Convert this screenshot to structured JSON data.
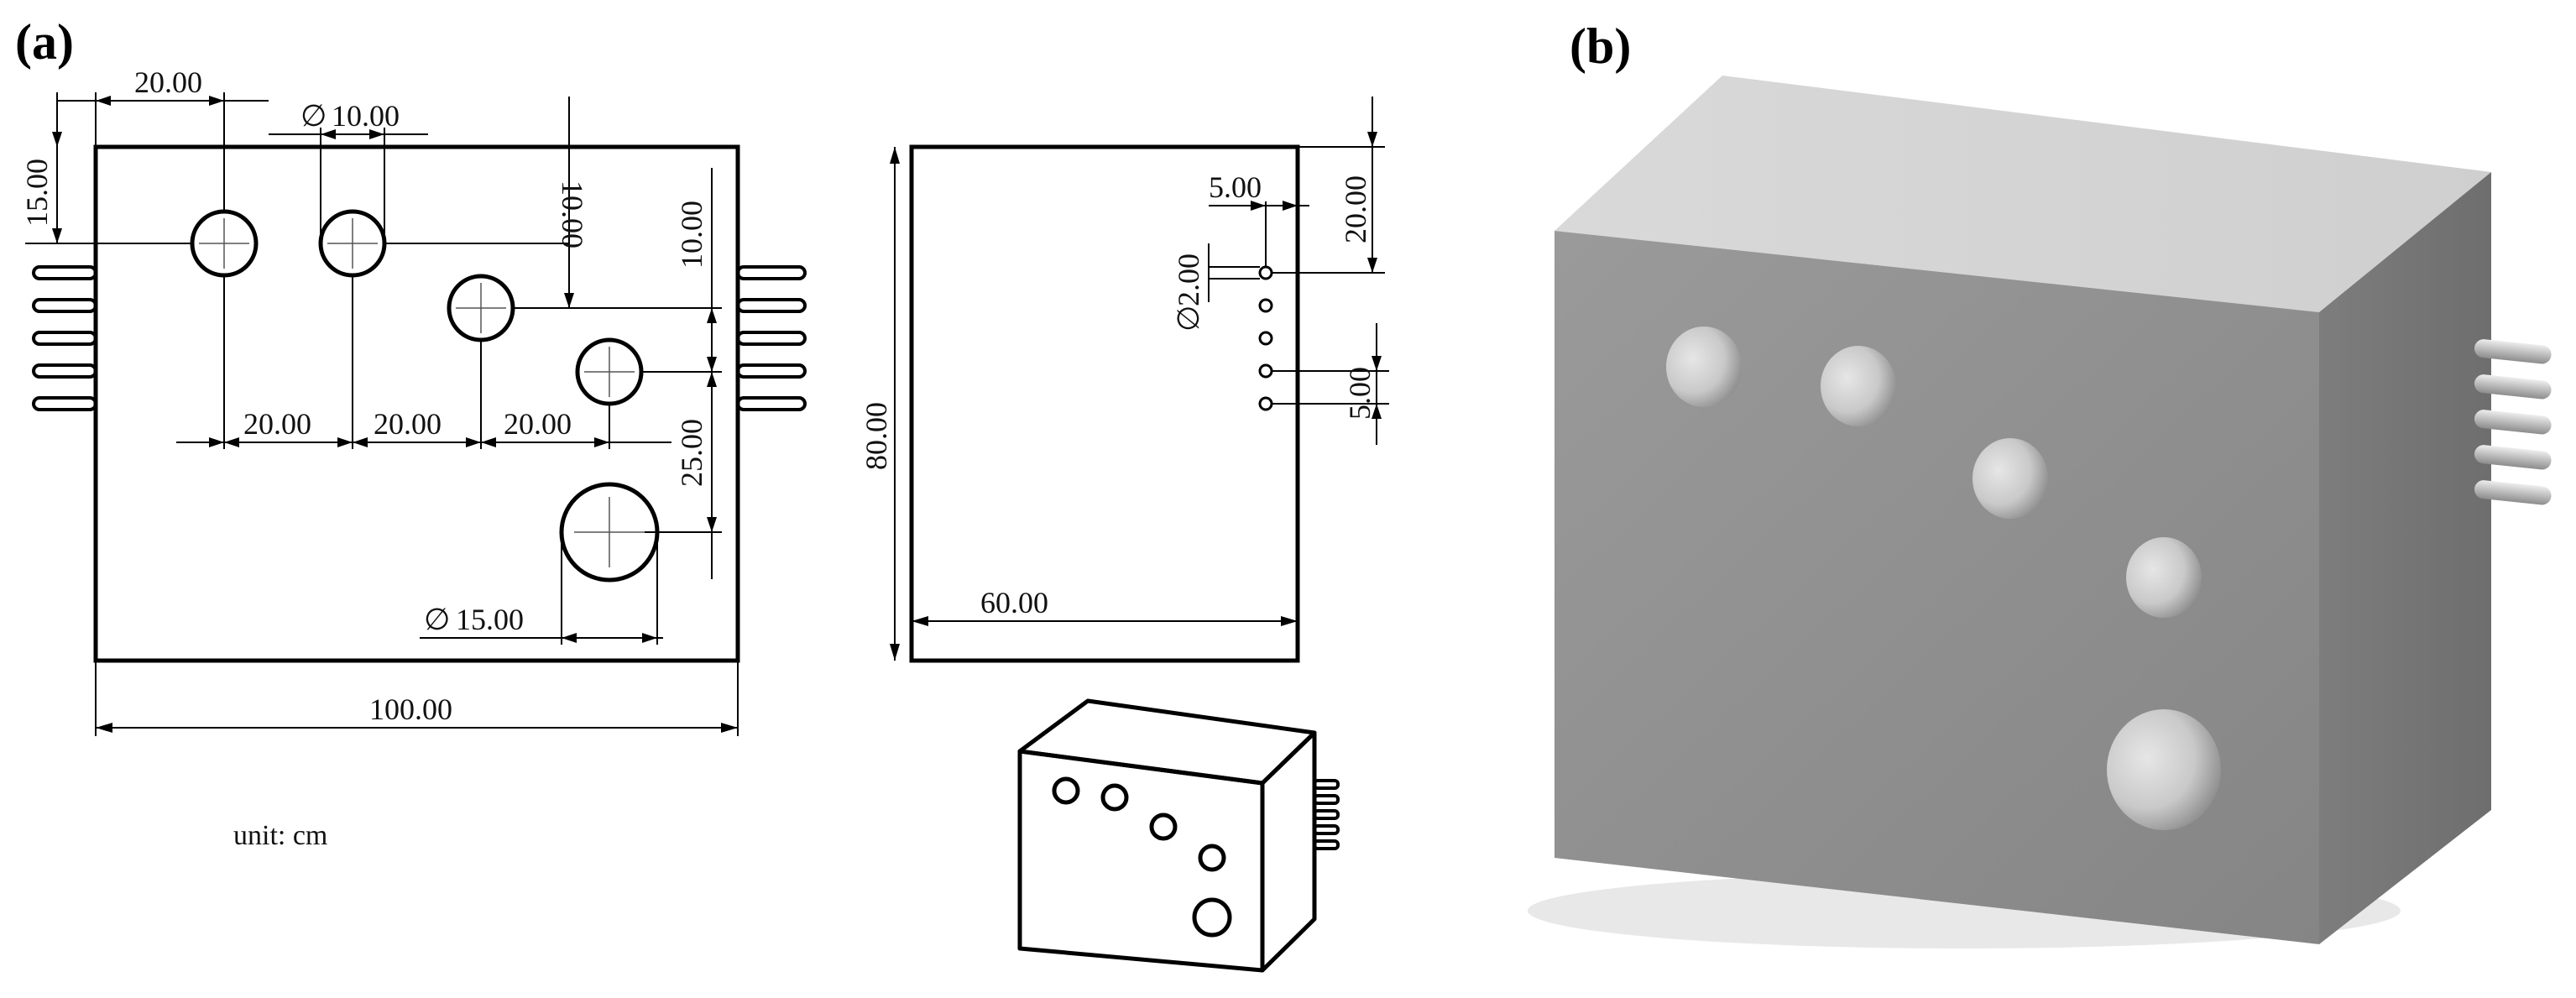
{
  "panels": {
    "a_label": "(a)",
    "b_label": "(b)"
  },
  "front_view": {
    "dims": {
      "width": "100.00",
      "hole_offset_x": "20.00",
      "hole_diameter_small": "10.00",
      "hole_top_offset": "15.00",
      "hole_step_y": "10.00",
      "hole_step_y2": "10.00",
      "spacing_1": "20.00",
      "spacing_2": "20.00",
      "spacing_3": "20.00",
      "large_hole_offset": "25.00",
      "hole_diameter_large": "15.00"
    },
    "unit": "unit: cm"
  },
  "side_view": {
    "dims": {
      "height": "80.00",
      "depth": "60.00",
      "rod_offset": "5.00",
      "rod_top": "20.00",
      "rod_diameter": "2.00",
      "rod_spacing": "5.00"
    }
  },
  "symbols": {
    "diameter": "∅"
  },
  "colors": {
    "line": "#000000",
    "concrete_front": "#8f8f8f",
    "concrete_top": "#d6d6d6",
    "concrete_side": "#7a7a7a",
    "rod": "#c4c4c4"
  }
}
